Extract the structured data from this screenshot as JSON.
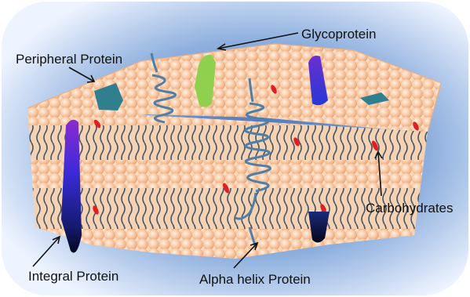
{
  "labels": {
    "glycoprotein": "Glycoprotein",
    "peripheral_protein": "Peripheral Protein",
    "carbohydrates": "Carbohydrates",
    "integral_protein": "Integral Protein",
    "alpha_helix_protein": "Alpha helix Protein"
  },
  "colors": {
    "background_glow": "#3f6fb8",
    "lipid_head": "#f6c39a",
    "lipid_tail": "#4a5360",
    "integral_protein_top": "#7a2fc4",
    "integral_protein_bottom": "#0c1030",
    "alpha_helix": "#4f7fa6",
    "glycoprotein": "#8fd14f",
    "peripheral_protein": "#2f7f8f",
    "carbohydrate": "#e02020"
  }
}
